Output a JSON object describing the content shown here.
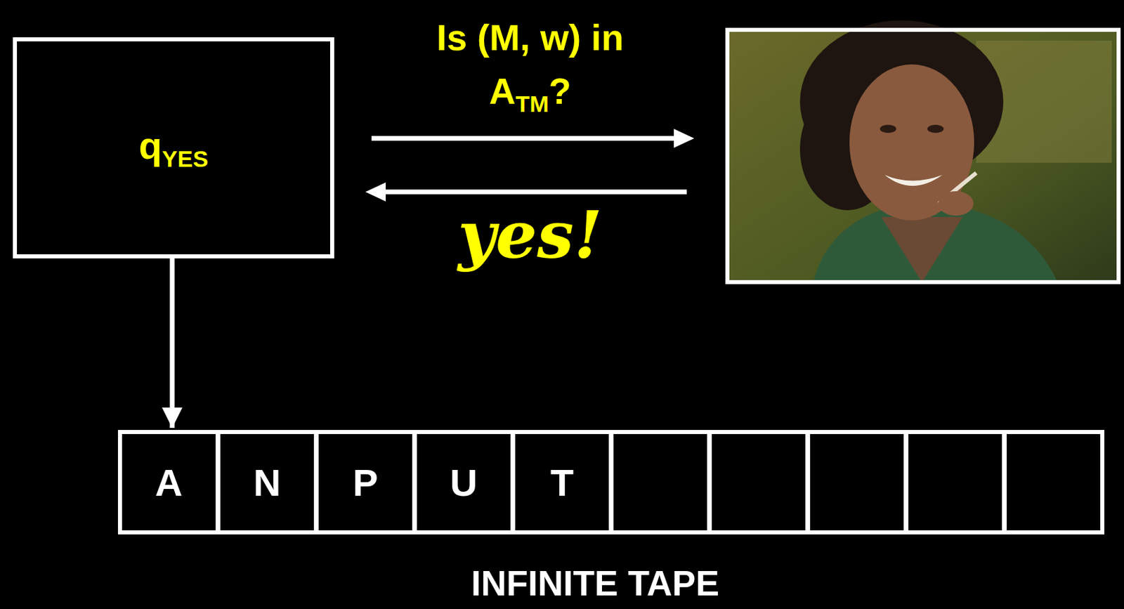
{
  "diagram": {
    "nodes": [
      {
        "text": [
          "q",
          "YES"
        ]
      },
      {
        "text": [
          "A"
        ]
      },
      {
        "text": [
          "N"
        ]
      },
      {
        "text": [
          "P"
        ]
      },
      {
        "text": [
          "U"
        ]
      },
      {
        "text": [
          "T"
        ]
      }
    ],
    "edges": [
      {
        "from": 0,
        "to": 1,
        "arrow": "to"
      }
    ],
    "labels": [
      "Is (M, w) in",
      "A",
      "TM",
      "?",
      "yes!",
      "INFINITE TAPE"
    ]
  }
}
